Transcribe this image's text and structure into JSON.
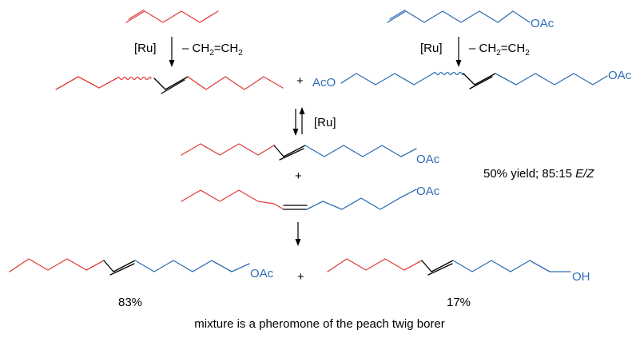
{
  "colors": {
    "red_chain": "#e03d3d",
    "blue_chain": "#2f6db5",
    "bonds": "#000000"
  },
  "reaction1": {
    "catalyst": "[Ru]",
    "byproduct_prefix": "– CH",
    "sub": "2",
    "equals": "=CH"
  },
  "reaction2": {
    "catalyst": "[Ru]",
    "byproduct_prefix": "– CH",
    "sub": "2",
    "equals": "=CH"
  },
  "substrate2": {
    "group": "OAc"
  },
  "homodimer": {
    "left_group": "AcO",
    "right_group": "OAc"
  },
  "plus": "+",
  "equilibrium": {
    "catalyst": "[Ru]"
  },
  "cross_e": {
    "group": "OAc"
  },
  "cross_z": {
    "group": "OAc"
  },
  "yield_text": "50% yield; 85:15 ",
  "yield_ez": "E/Z",
  "product1": {
    "group": "OAc",
    "percent": "83%"
  },
  "product2": {
    "group": "OH",
    "percent": "17%"
  },
  "caption": "mixture is a pheromone of the peach twig borer"
}
